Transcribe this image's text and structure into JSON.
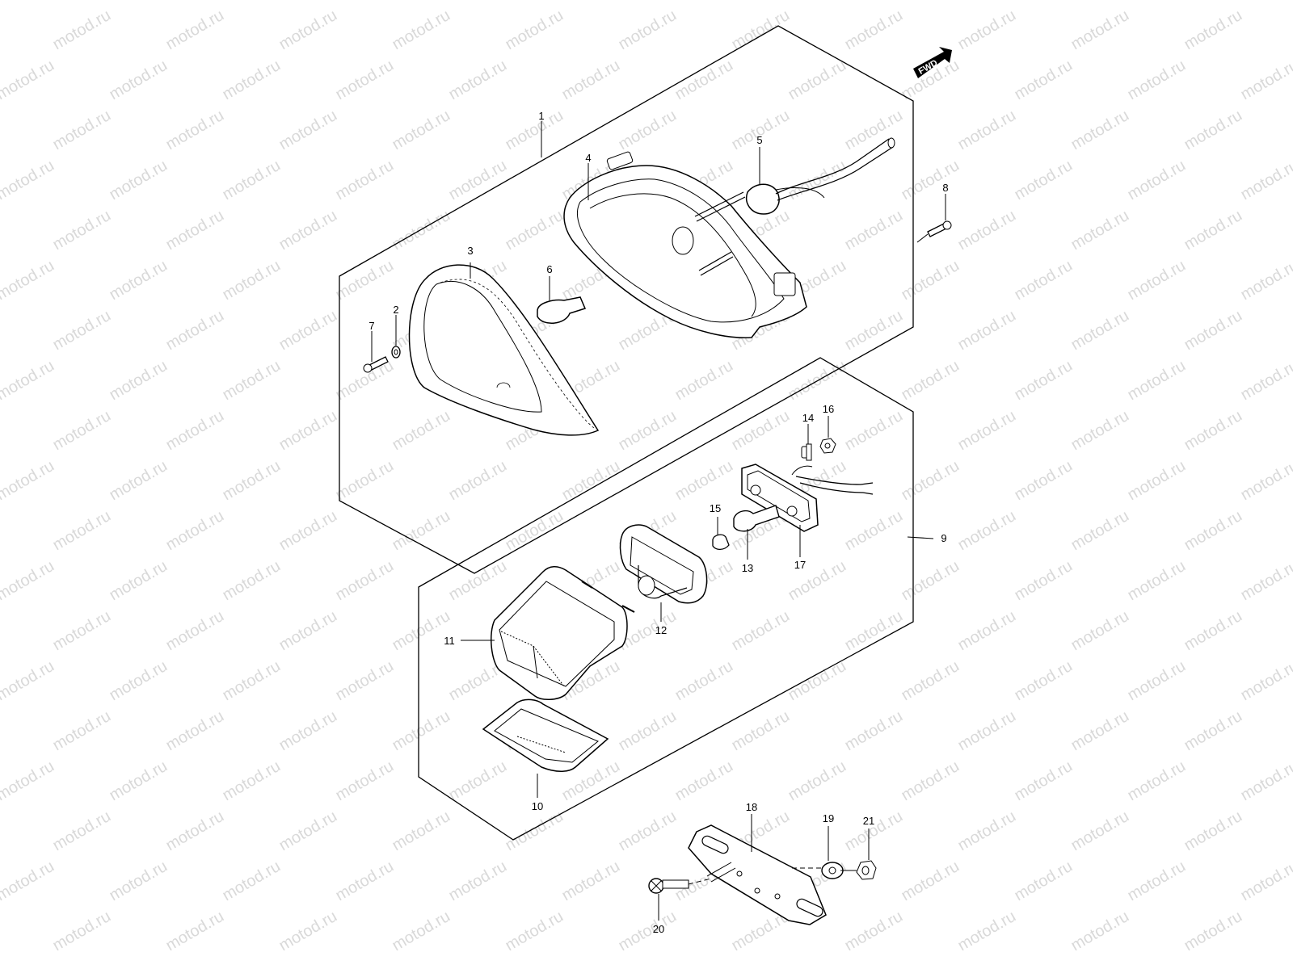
{
  "watermark": "motod.ru",
  "fwd_badge": "FWD",
  "callouts": {
    "c1": "1",
    "c2": "2",
    "c3": "3",
    "c4": "4",
    "c5": "5",
    "c6": "6",
    "c7": "7",
    "c8": "8",
    "c9": "9",
    "c10": "10",
    "c11": "11",
    "c12": "12",
    "c13": "13",
    "c14": "14",
    "c15": "15",
    "c16": "16",
    "c17": "17",
    "c18": "18",
    "c19": "19",
    "c20": "20",
    "c21": "21"
  },
  "colors": {
    "line": "#000000",
    "watermark": "#d9d9d9",
    "background": "#ffffff"
  }
}
